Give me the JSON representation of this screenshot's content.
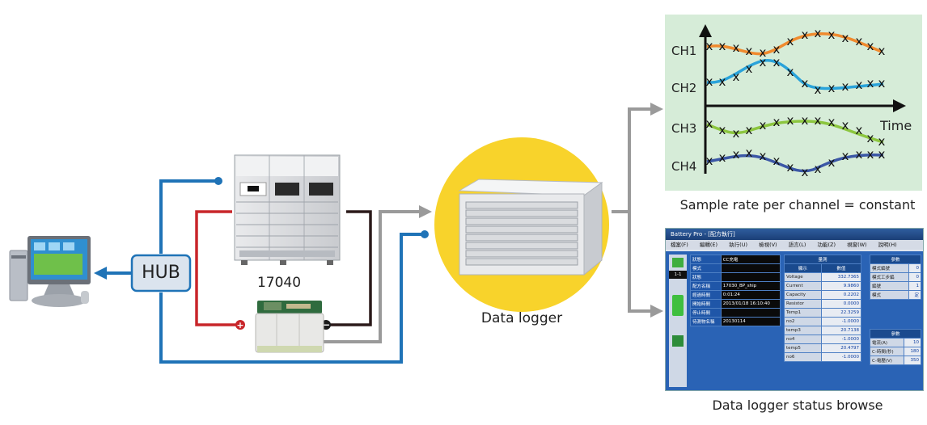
{
  "hub": {
    "label": "HUB"
  },
  "tester": {
    "label": "17040"
  },
  "logger": {
    "label": "Data logger"
  },
  "chart": {
    "caption": "Sample rate per channel = constant",
    "time_label": "Time",
    "channels": [
      "CH1",
      "CH2",
      "CH3",
      "CH4"
    ]
  },
  "status": {
    "caption": "Data logger status browse",
    "window_title": "Battery Pro - [配方執行]",
    "menu": [
      "檔案(F)",
      "編輯(E)",
      "執行(U)",
      "檢視(V)",
      "語言(L)",
      "功能(Z)",
      "視窗(W)",
      "說明(H)"
    ],
    "side_row": "1-1",
    "info_rows": [
      {
        "k": "狀態",
        "v": "CC充電"
      },
      {
        "k": "模式",
        "v": ""
      },
      {
        "k": "狀態",
        "v": ""
      },
      {
        "k": "配方名稱",
        "v": "17030_BP_ship"
      },
      {
        "k": "經過時間",
        "v": "0:01:24"
      },
      {
        "k": "開始時間",
        "v": "2013/01/18 16:10:40"
      },
      {
        "k": "停止時間",
        "v": ""
      },
      {
        "k": "待測物名稱",
        "v": "20130114"
      }
    ],
    "meas_header": "量測",
    "meas_cols": [
      "顯示",
      "數值"
    ],
    "meas_rows": [
      {
        "k": "Voltage",
        "v": "332.7365"
      },
      {
        "k": "Current",
        "v": "9.9860"
      },
      {
        "k": "Capacity",
        "v": "0.2202"
      },
      {
        "k": "Resistor",
        "v": "0.0000"
      },
      {
        "k": "Temp1",
        "v": "22.3259"
      },
      {
        "k": "no2",
        "v": "-1.0000"
      },
      {
        "k": "temp3",
        "v": "20.7138"
      },
      {
        "k": "no4",
        "v": "-1.0000"
      },
      {
        "k": "temp5",
        "v": "20.4797"
      },
      {
        "k": "no6",
        "v": "-1.0000"
      }
    ],
    "param_header": "參數",
    "param_rows": [
      {
        "k": "模式編號",
        "v": "0"
      },
      {
        "k": "模式工步編",
        "v": "0"
      },
      {
        "k": "編號",
        "v": "1"
      },
      {
        "k": "模式",
        "v": "定"
      }
    ],
    "param2_header": "參數",
    "param2_rows": [
      {
        "k": "電流(A)",
        "v": "10"
      },
      {
        "k": "C-時間(秒)",
        "v": "180"
      },
      {
        "k": "C-電壓(V)",
        "v": "350"
      }
    ]
  }
}
